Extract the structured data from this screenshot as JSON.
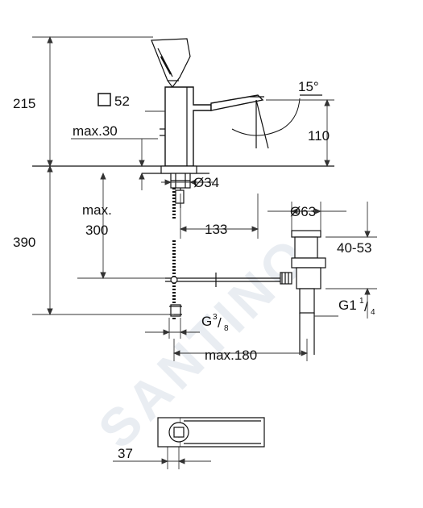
{
  "dimensions": {
    "overall_top": "215",
    "square_symbol": "□",
    "square_size": "52",
    "max_thickness": "max.30",
    "spout_angle": "15°",
    "spout_height": "110",
    "diameter_hole": "Ø34",
    "max_label": "max.",
    "max_value": "300",
    "overall_bottom": "390",
    "reach_133": "133",
    "diameter_waste": "Ø63",
    "waste_range": "40-53",
    "thread_g1": "G1",
    "thread_g1_num": "1",
    "thread_g1_den": "4",
    "thread_g38": "G",
    "thread_g38_num": "3",
    "thread_g38_den": "8",
    "max_reach": "max.180",
    "plan_offset": "37"
  },
  "watermark": "SANTINO",
  "colors": {
    "line": "#111111",
    "dim_line": "#333333",
    "watermark": "#e9edf2"
  }
}
